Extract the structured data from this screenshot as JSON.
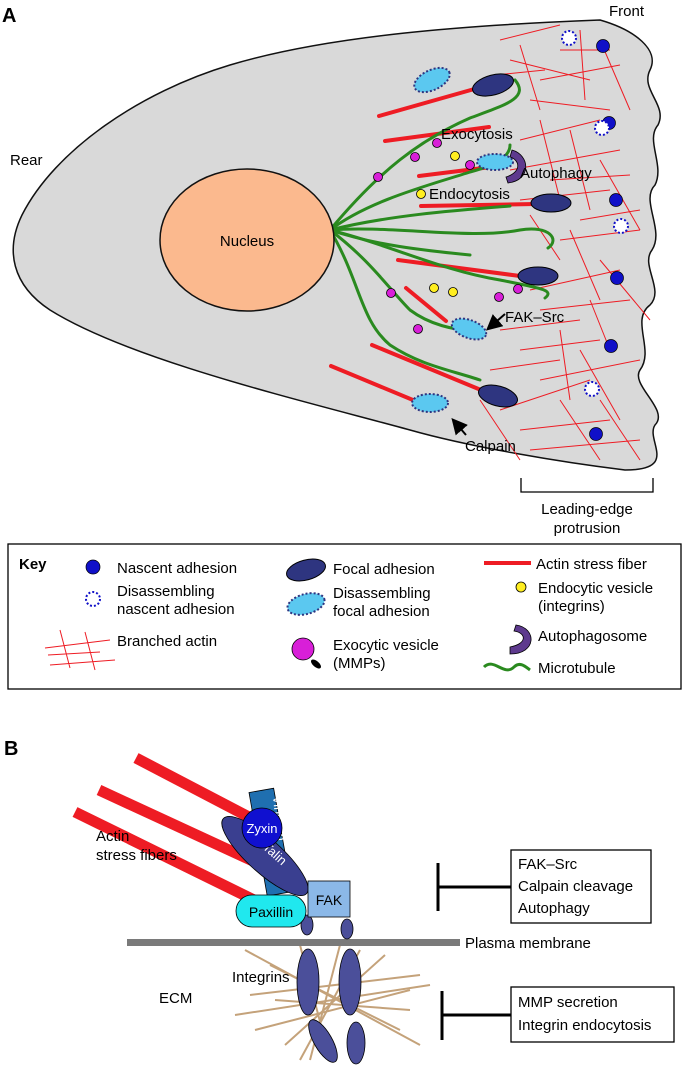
{
  "panel_a": {
    "panel_label": "A",
    "front_label": "Front",
    "rear_label": "Rear",
    "nucleus_label": "Nucleus",
    "exocytosis_label": "Exocytosis",
    "autophagy_label": "Autophagy",
    "endocytosis_label": "Endocytosis",
    "fak_src_label": "FAK–Src",
    "calpain_label": "Calpain",
    "leading_edge_line1": "Leading-edge",
    "leading_edge_line2": "protrusion"
  },
  "key": {
    "title": "Key",
    "nascent_adhesion": "Nascent adhesion",
    "disassembling_nascent_line1": "Disassembling",
    "disassembling_nascent_line2": "nascent adhesion",
    "branched_actin": "Branched actin",
    "focal_adhesion": "Focal adhesion",
    "disassembling_focal_line1": "Disassembling",
    "disassembling_focal_line2": "focal adhesion",
    "exocytic_line1": "Exocytic vesicle",
    "exocytic_line2": "(MMPs)",
    "actin_stress_fiber": "Actin stress fiber",
    "endocytic_line1": "Endocytic vesicle",
    "endocytic_line2": "(integrins)",
    "autophagosome": "Autophagosome",
    "microtubule": "Microtubule"
  },
  "panel_b": {
    "panel_label": "B",
    "actin_line1": "Actin",
    "actin_line2": "stress fibers",
    "zyxin": "Zyxin",
    "vinculin": "Vinculin",
    "talin": "Talin",
    "paxillin": "Paxillin",
    "fak": "FAK",
    "plasma_membrane": "Plasma membrane",
    "integrins": "Integrins",
    "ecm": "ECM",
    "inhibitors_top": [
      "FAK–Src",
      "Calpain cleavage",
      "Autophagy"
    ],
    "inhibitors_bottom": [
      "MMP secretion",
      "Integrin endocytosis"
    ]
  },
  "colors": {
    "cell_fill": "#d9d9d9",
    "nucleus_fill": "#fbb98e",
    "stress_fiber": "#ee1c24",
    "microtubule": "#2a8a1f",
    "focal_adhesion": "#2e3580",
    "disassembling": "#5bc8f0",
    "nascent": "#1010c8",
    "exocytic": "#d81fd8",
    "endocytic": "#ffee20",
    "autophagosome": "#5e3a8e",
    "zyxin": "#1010d0",
    "vinculin": "#1f6fb0",
    "talin": "#3a3f90",
    "paxillin": "#20e8ee",
    "fak": "#8bb8e8",
    "membrane": "#7a7a7a",
    "ecm": "#c4a27a",
    "integrin": "#4b4f9a"
  }
}
